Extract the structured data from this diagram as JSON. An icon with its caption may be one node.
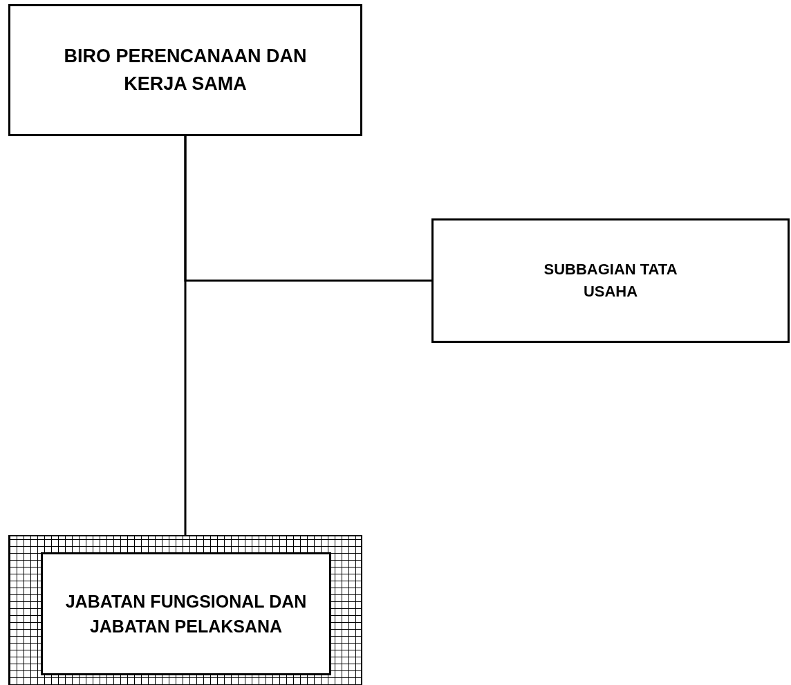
{
  "diagram": {
    "nodes": [
      {
        "text": [
          "BIRO PERENCANAAN DAN KERJA SAMA"
        ]
      },
      {
        "text": [
          "SUBBAGIAN TATA USAHA"
        ]
      },
      {
        "text": [
          "JABATAN FUNGSIONAL DAN JABATAN PELAKSANA"
        ]
      }
    ],
    "edges": [
      {
        "from": 0,
        "to": 1,
        "arrow": "none"
      },
      {
        "from": 0,
        "to": 2,
        "arrow": "none"
      }
    ]
  }
}
